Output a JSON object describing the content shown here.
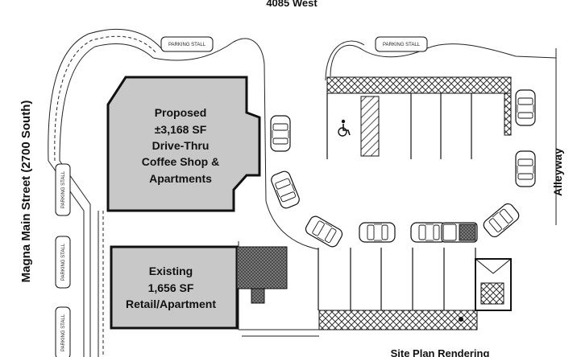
{
  "labels": {
    "top_street": "4085 West",
    "left_street": "Magna Main Street (2700 South)",
    "right_street": "Alleyway",
    "caption": "Site Plan Rendering"
  },
  "buildings": {
    "proposed": [
      "Proposed",
      "±3,168 SF",
      "Drive-Thru",
      "Coffee Shop &",
      "Apartments"
    ],
    "existing": [
      "Existing",
      "1,656 SF",
      "Retail/Apartment"
    ]
  },
  "parking": {
    "stall_label": "PARKING STALL"
  },
  "colors": {
    "building_fill": "#c8c8c8",
    "line": "#111111",
    "hatch": "#333333"
  },
  "icons": [
    "accessible-parking-icon",
    "car-icon",
    "truck-icon",
    "dumpster-icon"
  ]
}
